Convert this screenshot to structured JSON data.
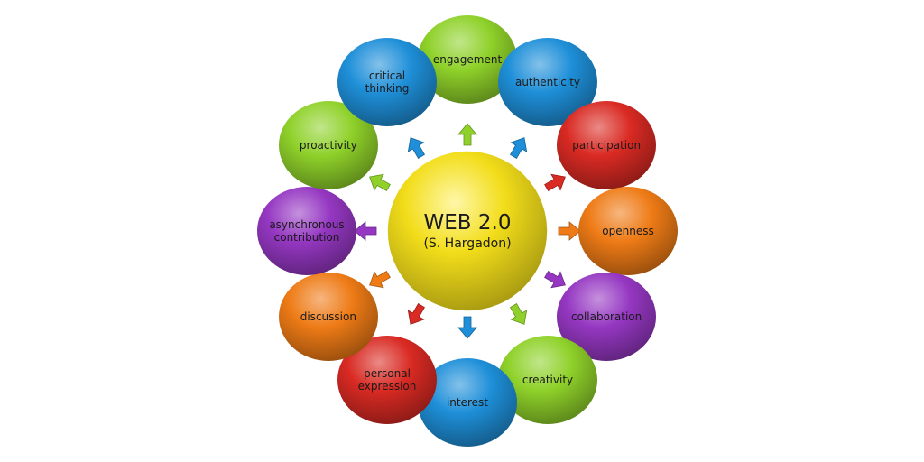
{
  "center": {
    "title": "WEB 2.0",
    "subtitle": "(S. Hargadon)",
    "color": "#f2dd1a"
  },
  "nodes": [
    {
      "label": "engagement",
      "color": "#8fd12a"
    },
    {
      "label": "authenticity",
      "color": "#1e8fd8"
    },
    {
      "label": "participation",
      "color": "#d92a23"
    },
    {
      "label": "openness",
      "color": "#ee7b16"
    },
    {
      "label": "collaboration",
      "color": "#9537c2"
    },
    {
      "label": "creativity",
      "color": "#8fd12a"
    },
    {
      "label": "interest",
      "color": "#1e8fd8"
    },
    {
      "label": "personal\nexpression",
      "color": "#d92a23"
    },
    {
      "label": "discussion",
      "color": "#ee7b16"
    },
    {
      "label": "asynchronous\ncontribution",
      "color": "#9537c2"
    },
    {
      "label": "proactivity",
      "color": "#8fd12a"
    },
    {
      "label": "critical\nthinking",
      "color": "#1e8fd8"
    }
  ]
}
